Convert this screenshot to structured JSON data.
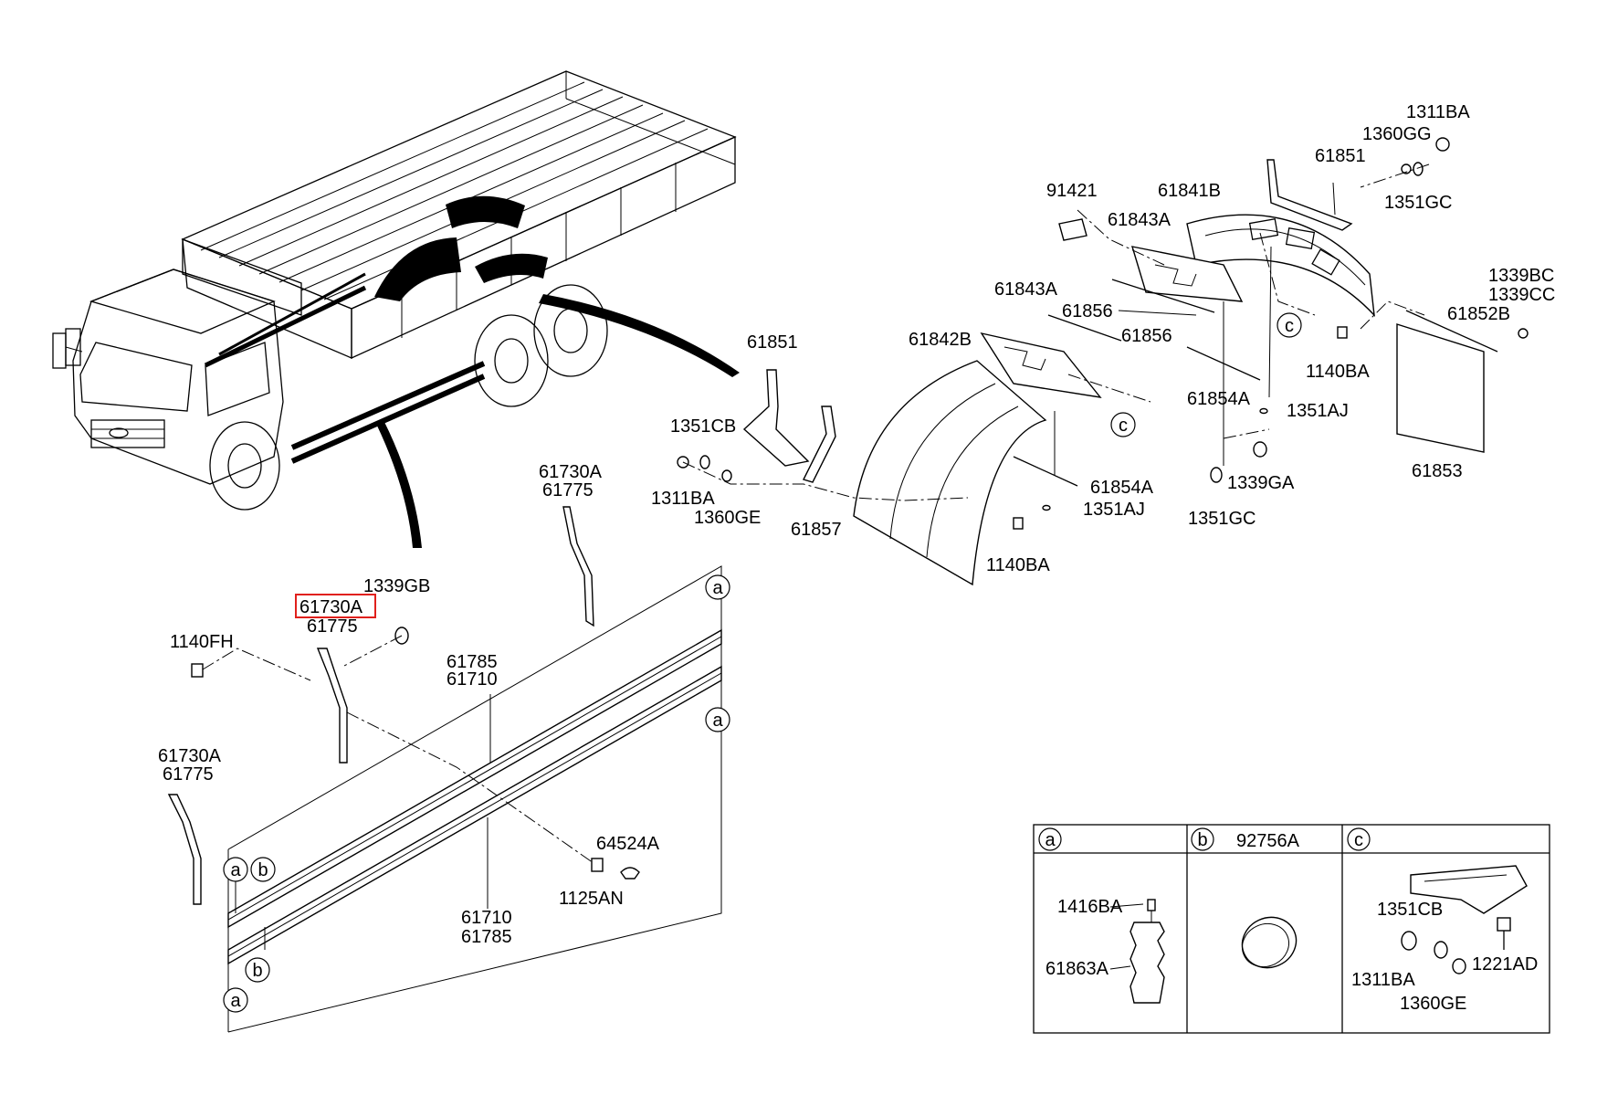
{
  "labels": {
    "p1311BA_top": "1311BA",
    "p1360GG": "1360GG",
    "p61851_top": "61851",
    "p1351GC_top": "1351GC",
    "p91421": "91421",
    "p61841B": "61841B",
    "p61843A_1": "61843A",
    "p61843A_2": "61843A",
    "p61856_1": "61856",
    "p61856_2": "61856",
    "p61842B": "61842B",
    "p1339BC": "1339BC",
    "p1339CC": "1339CC",
    "p61852B": "61852B",
    "p1140BA_1": "1140BA",
    "p61854A_1": "61854A",
    "p1351AJ_1": "1351AJ",
    "p61853": "61853",
    "p1339GA": "1339GA",
    "p1351GC_2": "1351GC",
    "p61854A_2": "61854A",
    "p1351AJ_2": "1351AJ",
    "p1140BA_2": "1140BA",
    "p61851_mid": "61851",
    "p1351CB": "1351CB",
    "p1311BA_mid": "1311BA",
    "p1360GE": "1360GE",
    "p61857": "61857",
    "p61730A_1": "61730A",
    "p61775_1": "61775",
    "p1339GB": "1339GB",
    "p61730A_hl": "61730A",
    "p61775_2": "61775",
    "p1140FH": "1140FH",
    "p61785_1": "61785",
    "p61710_1": "61710",
    "p61730A_3": "61730A",
    "p61775_3": "61775",
    "p64524A": "64524A",
    "p1125AN": "1125AN",
    "p61710_2": "61710",
    "p61785_2": "61785"
  },
  "callouts": {
    "a": "a",
    "b": "b",
    "c": "c"
  },
  "legend_table": {
    "col_a_letter": "a",
    "col_b_letter": "b",
    "col_b_title": "92756A",
    "col_c_letter": "c",
    "a_1416BA": "1416BA",
    "a_61863A": "61863A",
    "c_1351CB": "1351CB",
    "c_1311BA": "1311BA",
    "c_1221AD": "1221AD",
    "c_1360GE": "1360GE"
  },
  "colors": {
    "highlight": "#e0201c",
    "line": "#000000",
    "background": "#ffffff"
  }
}
